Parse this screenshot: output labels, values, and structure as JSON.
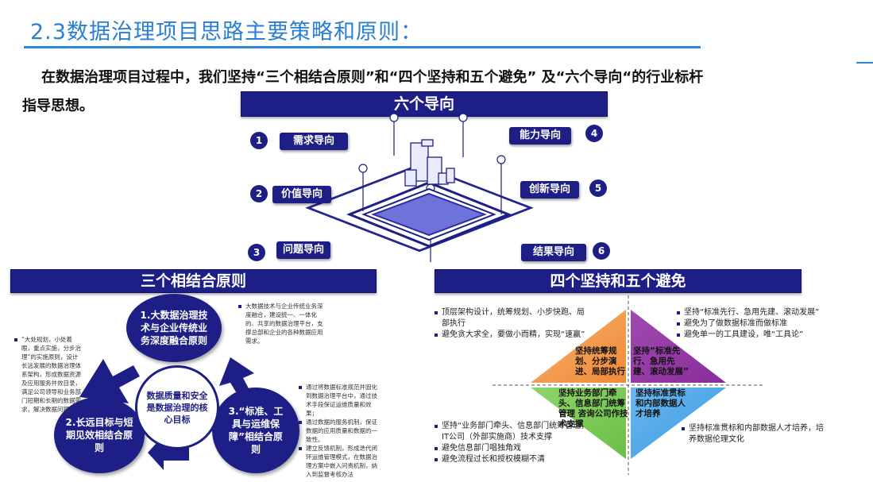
{
  "header": {
    "title": "2.3数据治理项目思路主要策略和原则：",
    "intro_line1": "在数据治理项目过程中，我们坚持“三个相结合原则”和“四个坚持和五个避免” 及“六个导向“的行业标杆",
    "intro_line2": "指导思想。"
  },
  "six": {
    "banner": "六个导向",
    "items": [
      {
        "num": "1",
        "label": "需求导向"
      },
      {
        "num": "2",
        "label": "价值导向"
      },
      {
        "num": "3",
        "label": "问题导向"
      },
      {
        "num": "4",
        "label": "能力导向"
      },
      {
        "num": "5",
        "label": "创新导向"
      },
      {
        "num": "6",
        "label": "结果导向"
      }
    ]
  },
  "three": {
    "banner": "三个相结合原则",
    "center": "数据质量和安全是数据治理的核心目标",
    "c1": "1.大数据治理技术与企业传统业务深度融合原则",
    "c2": "2.长远目标与短期见效相结合原则",
    "c3": "3.“标准、工具与运维保障”相结合原则",
    "note_top": "大数据技术与企业传统业务深度融合，建设统一、一体化的、共享的数据治理平台，支撑总部和企业的各种数据应用需求。",
    "note_left": "“大处规划，小处着眼，重点实施，分步治理”的实施原则，设计长远发展的数据治理体系架构，形成数据资源及应用服务并效目录，满足公司领导和业务部门短期和长期的数据需求，解决数据问题；",
    "notes_right": [
      "通过将数据标准规范并固化到数据治理平台中，通过技术手段保证运维质量和效果；",
      "通过数据的服务机制，保证数据的应用质量和数据的一致性。",
      "建立反馈机制，形成迭代闭环运维管理模式，在数据治理方案中嵌入问责机制，纳入到监督考核办法"
    ]
  },
  "four": {
    "banner": "四个坚持和五个避免",
    "tl_bullets": [
      "顶层架构设计，统筹规划、小步快跑、局部执行",
      "避免贪大求全，要做小而精，实现“速赢”"
    ],
    "tr_bullets": [
      "坚持“标准先行、急用先建、滚动发展”",
      "避免为了做数据标准而做标准",
      "避免单一的工具建设，唯“工具论”"
    ],
    "bl_bullets": [
      "坚持“业务部门牵头、信息部门统筹管理，IT公司（外部实施商）技术支撑",
      "避免信息部门唱独角戏",
      "避免流程过长和授权模糊不清"
    ],
    "br_bullets": [
      "坚持标准贯标和内部数据人才培养，培养数据伦理文化"
    ],
    "q_tl": "坚持统筹规划、分步演进、局部执行",
    "q_tr": "坚持“标准先行、急用先建、滚动发展”",
    "q_bl": "坚持业务部门牵头、信息部门统筹管理 咨询公司作技术支撑",
    "q_br": "坚持标准贯标和内部数据人才培养"
  }
}
